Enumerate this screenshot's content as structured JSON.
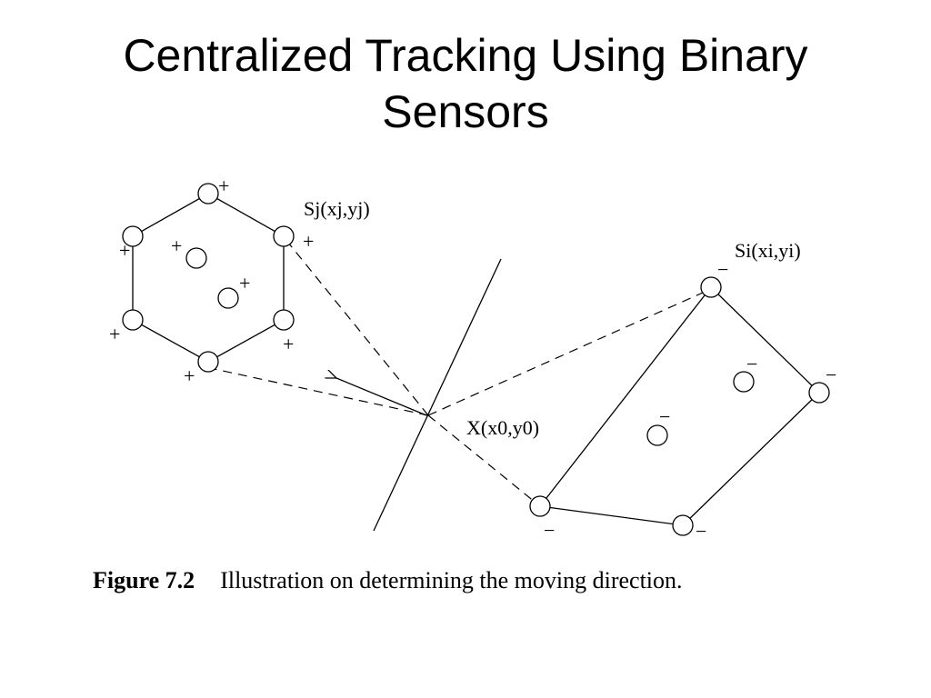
{
  "slide": {
    "title_line1": "Centralized Tracking Using Binary",
    "title_line2": "Sensors"
  },
  "diagram": {
    "label_sensor_j": "Sj(xj,yj)",
    "label_sensor_i": "Si(xi,yi)",
    "label_target": "X(x0,y0)",
    "positive_sign": "+",
    "negative_sign": "−",
    "positive_group": "hexagon of 6 sensors plus 2 interior sensors, all marked +",
    "negative_group": "quadrilateral of 4 sensors plus 2 interior sensors, all marked −"
  },
  "caption": {
    "figure_number": "Figure 7.2",
    "text": "Illustration on determining the moving direction."
  },
  "colors": {
    "ink": "#000000",
    "background": "#ffffff"
  }
}
